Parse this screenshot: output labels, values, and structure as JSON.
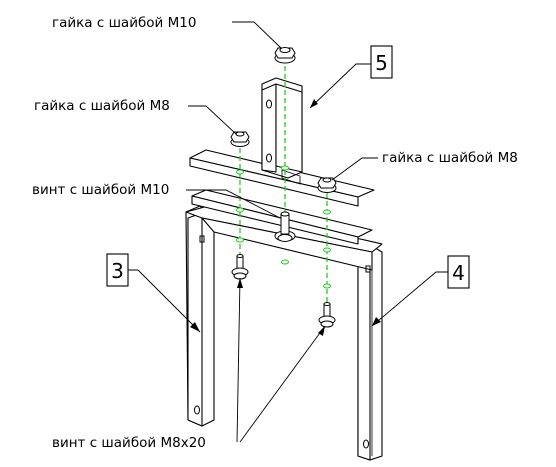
{
  "labels": {
    "nut_m10": "гайка с шайбой М10",
    "nut_m8_left": "гайка с шайбой М8",
    "nut_m8_right": "гайка с шайбой М8",
    "screw_m10": "винт с шайбой М10",
    "screw_m8x20": "винт с шайбой М8х20"
  },
  "callouts": {
    "part_3": "3",
    "part_4": "4",
    "part_5": "5"
  },
  "colors": {
    "axis": "#22cc22",
    "outline": "#000000"
  }
}
